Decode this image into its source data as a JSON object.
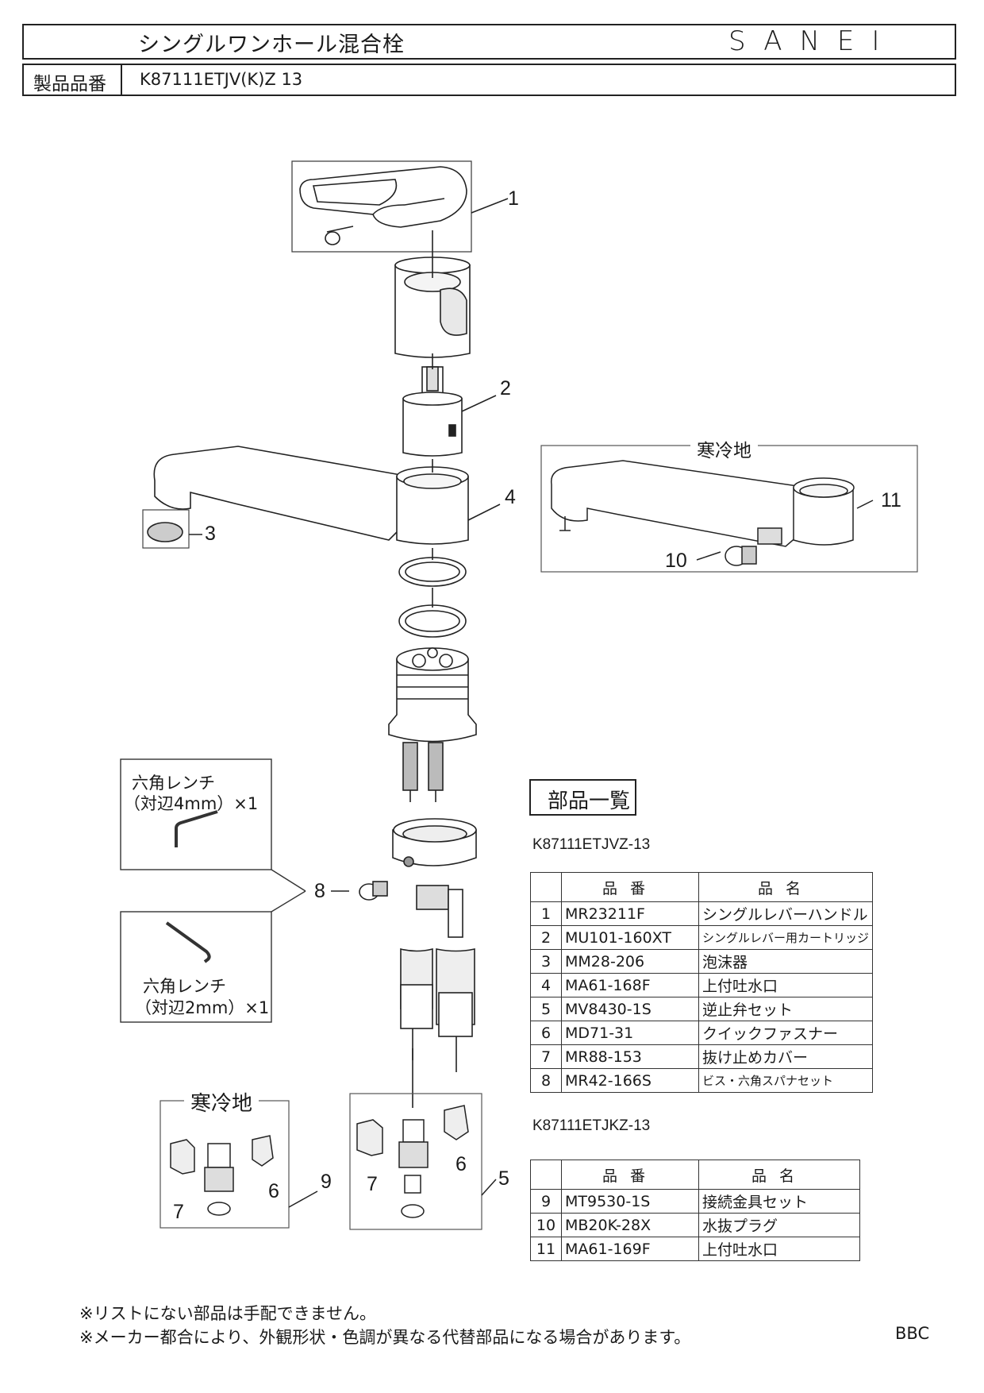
{
  "header": {
    "title": "シングルワンホール混合栓",
    "brand": "SANEI",
    "model_label": "製品品番",
    "model_value": "K87111ETJV(K)Z 13"
  },
  "diagram": {
    "callouts": [
      "1",
      "2",
      "3",
      "4",
      "5",
      "6",
      "7",
      "8",
      "9",
      "10",
      "11"
    ],
    "cold_region_label": "寒冷地",
    "wrench_4mm": [
      "六角レンチ",
      "（対辺4mm）×1"
    ],
    "wrench_2mm": [
      "六角レンチ",
      "（対辺2mm）×1"
    ]
  },
  "parts": {
    "section_title": "部品一覧",
    "table1": {
      "caption": "K87111ETJVZ-13",
      "headers": [
        "",
        "品番",
        "品名"
      ],
      "rows": [
        {
          "no": "1",
          "code": "MR23211F",
          "name": "シングルレバーハンドル"
        },
        {
          "no": "2",
          "code": "MU101-160XT",
          "name": "シングルレバー用カートリッジ"
        },
        {
          "no": "3",
          "code": "MM28-206",
          "name": "泡沫器"
        },
        {
          "no": "4",
          "code": "MA61-168F",
          "name": "上付吐水口"
        },
        {
          "no": "5",
          "code": "MV8430-1S",
          "name": "逆止弁セット"
        },
        {
          "no": "6",
          "code": "MD71-31",
          "name": "クイックファスナー"
        },
        {
          "no": "7",
          "code": "MR88-153",
          "name": "抜け止めカバー"
        },
        {
          "no": "8",
          "code": "MR42-166S",
          "name": "ビス・六角スパナセット"
        }
      ]
    },
    "table2": {
      "caption": "K87111ETJKZ-13",
      "headers": [
        "",
        "品番",
        "品名"
      ],
      "rows": [
        {
          "no": "9",
          "code": "MT9530-1S",
          "name": "接続金具セット"
        },
        {
          "no": "10",
          "code": "MB20K-28X",
          "name": "水抜プラグ"
        },
        {
          "no": "11",
          "code": "MA61-169F",
          "name": "上付吐水口"
        }
      ]
    }
  },
  "notes": [
    "※リストにない部品は手配できません。",
    "※メーカー都合により、外観形状・色調が異なる代替部品になる場合があります。"
  ],
  "footer_code": "BBC"
}
